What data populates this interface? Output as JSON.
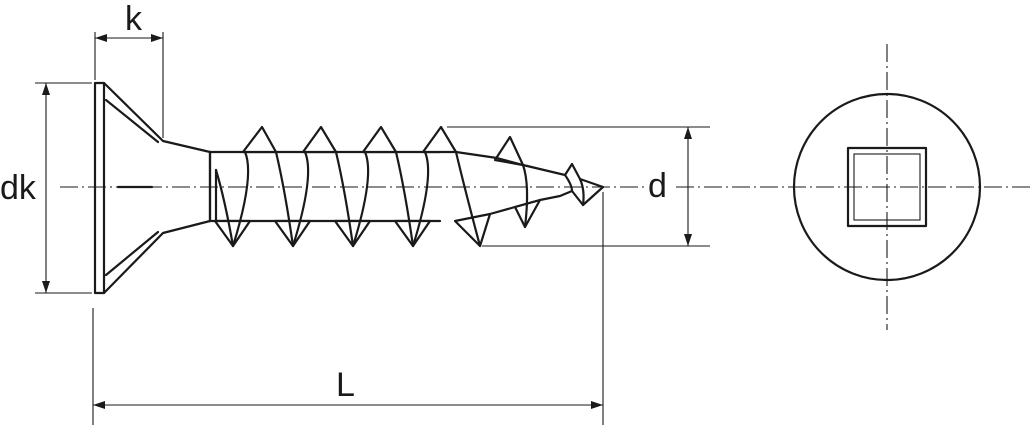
{
  "labels": {
    "k": "k",
    "dk": "dk",
    "d": "d",
    "L": "L"
  },
  "colors": {
    "line": "#1a1a1a",
    "background": "#ffffff"
  }
}
